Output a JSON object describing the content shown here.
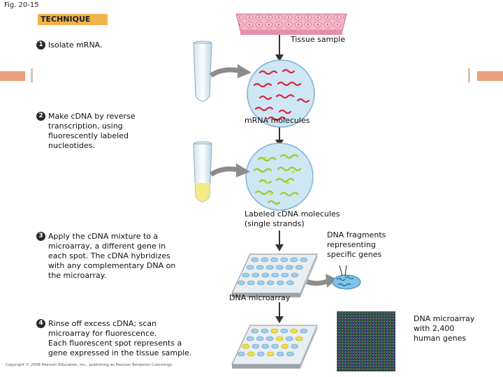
{
  "figure_label": "Fig. 20-15",
  "banner": "TECHNIQUE",
  "steps": [
    {
      "num": "1",
      "text": "Isolate mRNA."
    },
    {
      "num": "2",
      "text": "Make cDNA by reverse\ntranscription, using\nfluorescently labeled\nnucleotides."
    },
    {
      "num": "3",
      "text": "Apply the cDNA mixture to a\nmicroarray, a different gene in\neach spot. The cDNA hybridizes\nwith any complementary DNA on\nthe microarray."
    },
    {
      "num": "4",
      "text": "Rinse off excess cDNA; scan\nmicroarray for fluorescence.\nEach fluorescent spot represents a\ngene expressed in the tissue sample."
    }
  ],
  "labels": {
    "tissue_sample": "Tissue sample",
    "mrna_molecules": "mRNA molecules",
    "labeled_cdna": "Labeled cDNA molecules\n(single strands)",
    "dna_fragments": "DNA fragments\nrepresenting\nspecific genes",
    "dna_microarray": "DNA microarray",
    "dna_microarray_2400": "DNA microarray\nwith 2,400\nhuman genes"
  },
  "copyright": "Copyright © 2008 Pearson Education, Inc., publishing as Pearson Benjamin Cummings.",
  "colors": {
    "banner": "#f2b24c",
    "tissue": "#f3a9c0",
    "circle_fill": "#cfe6f5",
    "mrna": "#d7263d",
    "cdna": "#9bcf3a",
    "yellow_spot": "#f4e13a",
    "blue_spot": "#9fd0ee",
    "accent_bar": "#e9a07c"
  }
}
